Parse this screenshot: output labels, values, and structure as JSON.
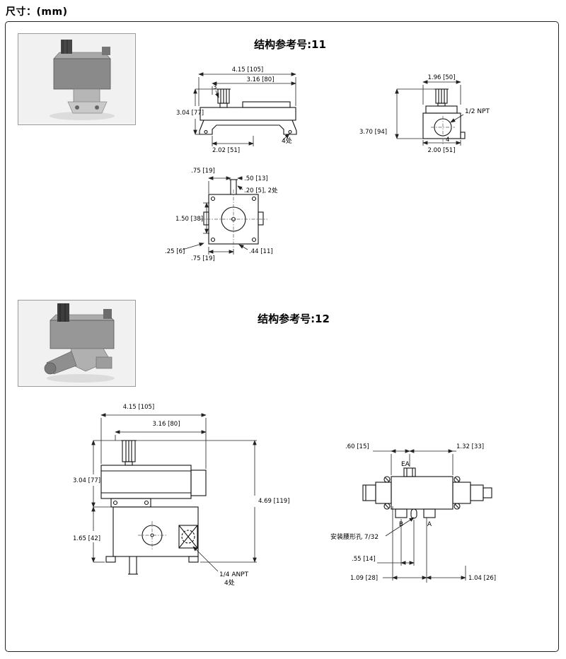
{
  "page": {
    "units_label": "尺寸：(mm)"
  },
  "ref11": {
    "title": "结构参考号:11",
    "front": {
      "dim_overall": "4.15 [105]",
      "dim_inner": "3.16 [80]",
      "dim_three": "3",
      "dim_height": "3.04 [77]",
      "dim_base": "2.02 [51]",
      "note_places": "4处"
    },
    "side": {
      "dim_width": "1.96 [50]",
      "port": "1/2 NPT",
      "dim_height": "3.70 [94]",
      "dim_base": "2.00 [51]",
      "note": "4"
    },
    "bottom": {
      "dim_top": ".75 [19]",
      "dim_slot_len": ".50 [13]",
      "dim_slot": ".20 [5], 2处",
      "dim_height": "1.50 [38]",
      "dim_offset": ".25 [6]",
      "dim_bottom": ".75 [19]",
      "dim_right": ".44 [11]"
    }
  },
  "ref12": {
    "title": "结构参考号:12",
    "front": {
      "dim_overall": "4.15 [105]",
      "dim_inner": "3.16 [80]",
      "dim_upper": "3.04 [77]",
      "dim_lower": "1.65 [42]",
      "dim_total": "4.69 [119]",
      "port": "1/4 ANPT",
      "note_places": "4处"
    },
    "side": {
      "dim_left": ".60 [15]",
      "dim_right": "1.32 [33]",
      "port_ea": "EA",
      "port_b": "B",
      "port_a": "A",
      "slot_note": "安装腰形孔 7/32",
      "dim_b_offset": ".55 [14]",
      "dim_bottom_left": "1.09 [28]",
      "dim_bottom_right": "1.04 [26]"
    }
  }
}
